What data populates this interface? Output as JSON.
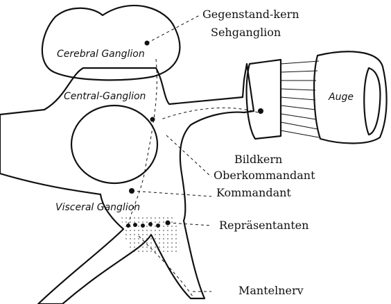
{
  "diagram": {
    "internal_labels": {
      "cerebral": "Cerebral Ganglion",
      "central": "Central-Ganglion",
      "visceral": "Visceral Ganglion",
      "eye": "Auge"
    },
    "annotations": {
      "gegenstandskern": "Gegenstand-kern",
      "sehganglion": "Sehganglion",
      "bildkern": "Bildkern",
      "oberkommandant": "Oberkommandant",
      "kommandant": "Kommandant",
      "repraesentanten": "Repräsentanten",
      "mantelnerv": "Mantelnerv"
    }
  }
}
